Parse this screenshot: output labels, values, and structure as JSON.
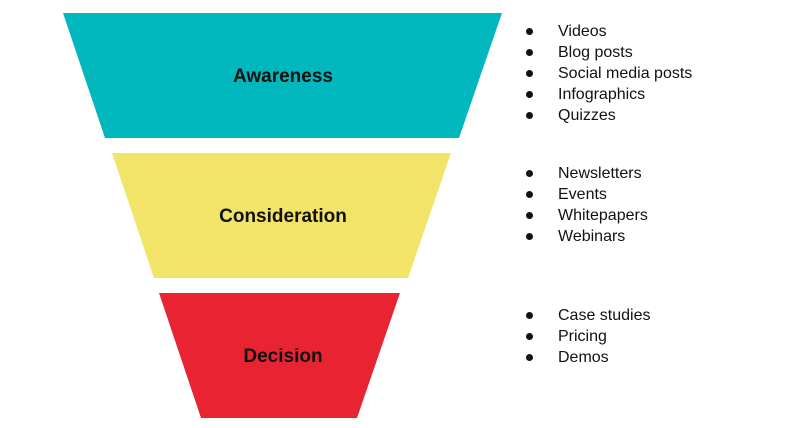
{
  "colors": {
    "awareness": "#00b7bd",
    "consideration": "#f1e468",
    "decision": "#e82433"
  },
  "stages": [
    {
      "label": "Awareness",
      "items": [
        "Videos",
        "Blog posts",
        "Social media posts",
        "Infographics",
        "Quizzes"
      ]
    },
    {
      "label": "Consideration",
      "items": [
        "Newsletters",
        "Events",
        "Whitepapers",
        "Webinars"
      ]
    },
    {
      "label": "Decision",
      "items": [
        "Case studies",
        "Pricing",
        "Demos"
      ]
    }
  ]
}
